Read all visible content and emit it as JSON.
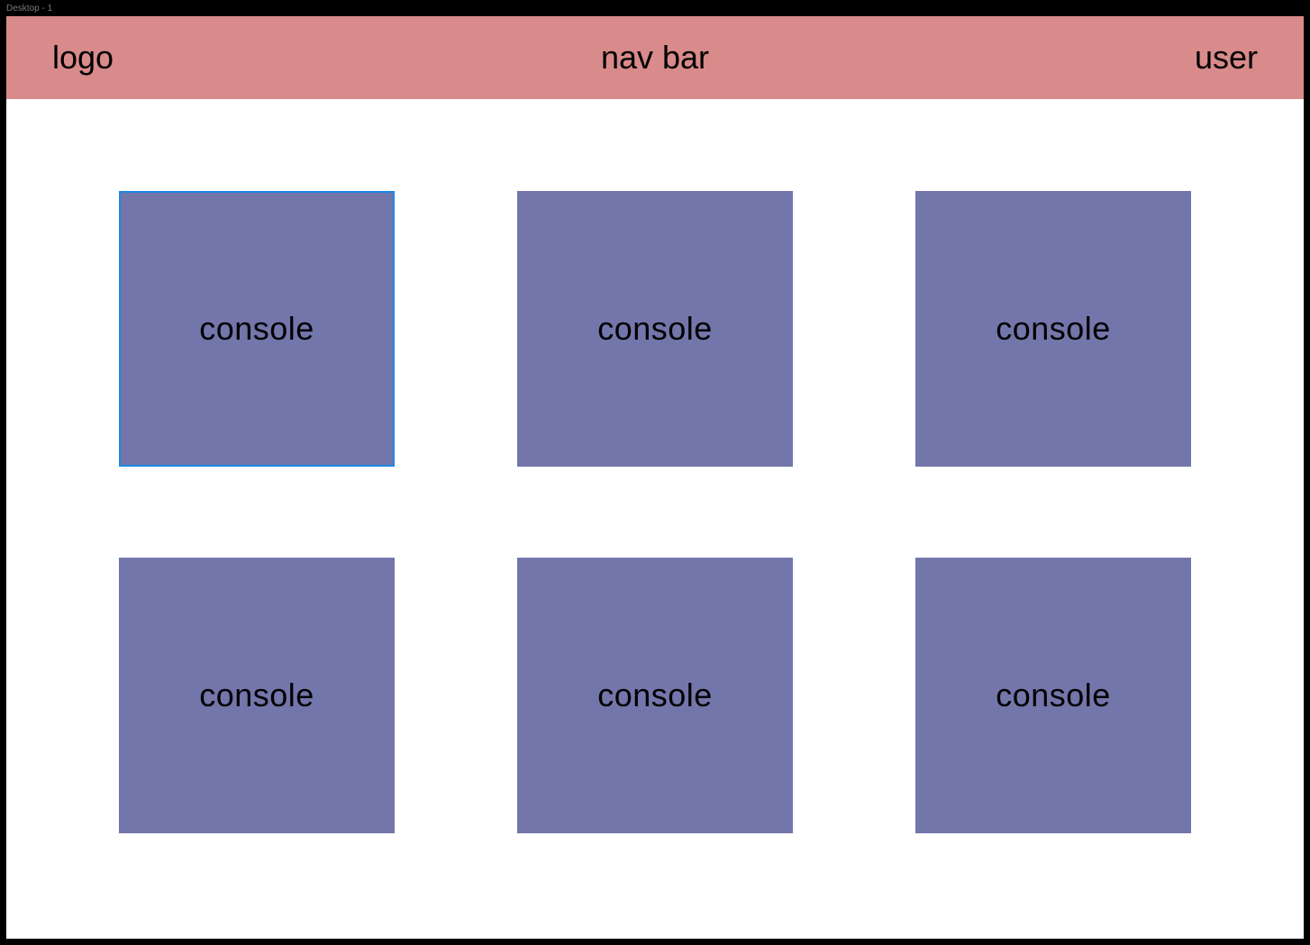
{
  "frame": {
    "label": "Desktop - 1"
  },
  "navbar": {
    "logo": "logo",
    "title": "nav bar",
    "user": "user",
    "background_color": "#d98a8a"
  },
  "consoles": [
    {
      "label": "console",
      "selected": true
    },
    {
      "label": "console",
      "selected": false
    },
    {
      "label": "console",
      "selected": false
    },
    {
      "label": "console",
      "selected": false
    },
    {
      "label": "console",
      "selected": false
    },
    {
      "label": "console",
      "selected": false
    }
  ],
  "colors": {
    "console_fill": "#7376aa",
    "selection_outline": "#1e88e5"
  }
}
